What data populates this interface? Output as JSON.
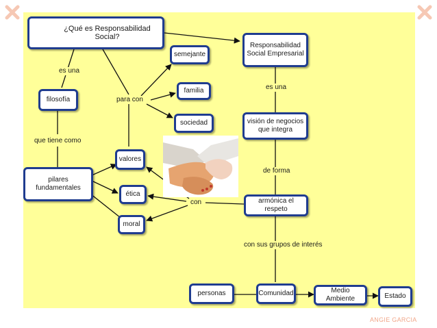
{
  "nodes": {
    "question": "¿Qué es Responsabilidad Social?",
    "rse": "Responsabilidad\nSocial Empresarial",
    "filosofia": "filosofía",
    "semejante": "semejante",
    "familia": "familia",
    "sociedad": "sociedad",
    "vision": "visión de negocios\nque integra",
    "valores": "valores",
    "pilares": "pilares fundamentales",
    "etica": "ética",
    "moral": "moral",
    "armonica": "armónica el respeto",
    "personas": "personas",
    "comunidad": "Comunidad",
    "medio_ambiente": "Medio Ambiente",
    "estado": "Estado"
  },
  "links": {
    "es_una_left": "es una",
    "es_una_right": "es una",
    "para_con": "para con",
    "que_tiene_como": "que tiene como",
    "de_forma": "de forma",
    "con": "con",
    "con_grupos": "con sus grupos de interés"
  },
  "author": "ANGIE GARCIA",
  "colors": {
    "slide_bg": "#ffff99",
    "node_border": "#1f3c8f",
    "author": "#f1a78a"
  }
}
